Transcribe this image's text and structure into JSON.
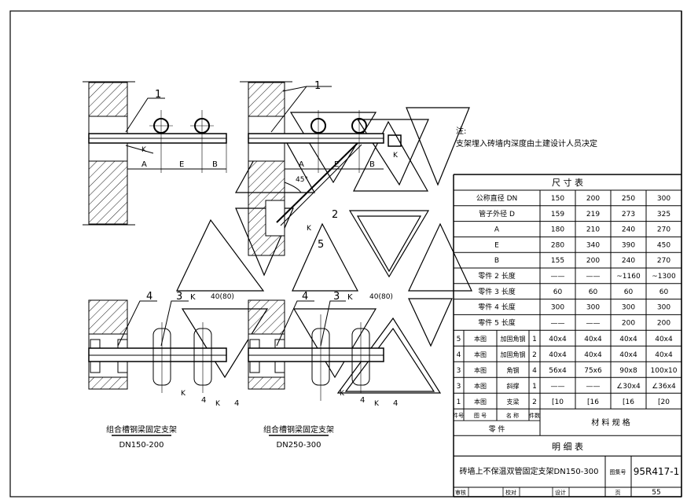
{
  "note": {
    "title": "注:",
    "text": "支架埋入砖墙内深度由土建设计人员决定"
  },
  "drawings": {
    "labels": {
      "p1": "1",
      "p2": "2",
      "p3": "3",
      "p4": "4",
      "p5": "5",
      "A": "A",
      "E": "E",
      "B": "B",
      "K": "K",
      "angle": "45°",
      "weld": "40(80)",
      "weld_size": "4"
    },
    "caption_left": {
      "title": "组合槽钢梁固定支架",
      "range": "DN150-200"
    },
    "caption_right": {
      "title": "组合槽钢梁固定支架",
      "range": "DN250-300"
    }
  },
  "dim_table": {
    "title": "尺  寸  表",
    "rows": [
      {
        "label": "公称直径 DN",
        "values": [
          "150",
          "200",
          "250",
          "300"
        ]
      },
      {
        "label": "管子外径 D",
        "values": [
          "159",
          "219",
          "273",
          "325"
        ]
      },
      {
        "label": "A",
        "values": [
          "180",
          "210",
          "240",
          "270"
        ]
      },
      {
        "label": "E",
        "values": [
          "280",
          "340",
          "390",
          "450"
        ]
      },
      {
        "label": "B",
        "values": [
          "155",
          "200",
          "240",
          "270"
        ]
      },
      {
        "label": "零件 2 长度",
        "values": [
          "——",
          "——",
          "~1160",
          "~1300"
        ]
      },
      {
        "label": "零件 3 长度",
        "values": [
          "60",
          "60",
          "60",
          "60"
        ]
      },
      {
        "label": "零件 4 长度",
        "values": [
          "300",
          "300",
          "300",
          "300"
        ]
      },
      {
        "label": "零件 5 长度",
        "values": [
          "——",
          "——",
          "200",
          "200"
        ]
      }
    ]
  },
  "parts_table": {
    "rows": [
      {
        "no": "5",
        "drawing": "本图",
        "name": "加固角钢",
        "qty": "1",
        "values": [
          "40x4",
          "40x4",
          "40x4",
          "40x4"
        ]
      },
      {
        "no": "4",
        "drawing": "本图",
        "name": "加固角钢",
        "qty": "2",
        "values": [
          "40x4",
          "40x4",
          "40x4",
          "40x4"
        ]
      },
      {
        "no": "3",
        "drawing": "本图",
        "name": "角钢",
        "qty": "4",
        "values": [
          "56x4",
          "75x6",
          "90x8",
          "100x10"
        ]
      },
      {
        "no": "3",
        "drawing": "本图",
        "name": "斜撑",
        "qty": "1",
        "values": [
          "——",
          "——",
          "∠30x4",
          "∠36x4"
        ]
      },
      {
        "no": "1",
        "drawing": "本图",
        "name": "支梁",
        "qty": "2",
        "values": [
          "[10",
          "[16",
          "[16",
          "[20"
        ]
      }
    ],
    "headers": {
      "no": "件号",
      "drawing": "图 号",
      "name": "名 称",
      "qty": "件数",
      "parts": "零    件",
      "material": "材    料    规    格"
    },
    "title": "明          细          表"
  },
  "title_block": {
    "drawing_title": "砖墙上不保温双管固定支架DN150-300",
    "atlas_label": "图集号",
    "atlas_no": "95R417-1",
    "review_label": "审核",
    "check_label": "校对",
    "design_label": "设计",
    "page_label": "页",
    "page_no": "55"
  }
}
